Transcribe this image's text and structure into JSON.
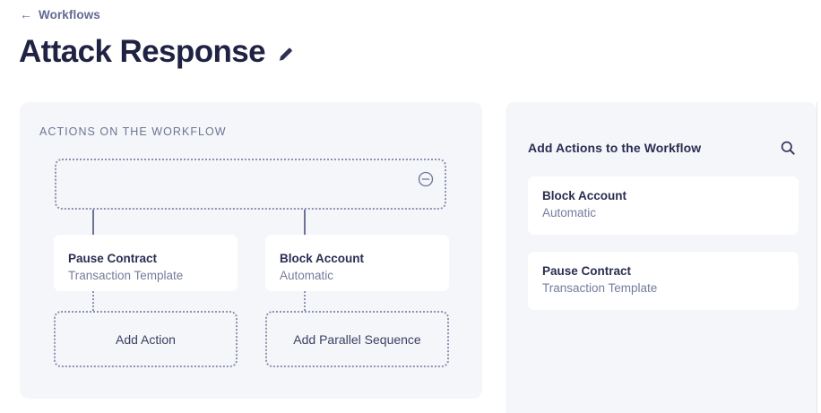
{
  "header": {
    "breadcrumb_label": "Workflows",
    "breadcrumb_icon": "arrow-left-icon",
    "breadcrumb_arrow": "←",
    "title": "Attack Response",
    "edit_icon": "pencil-icon"
  },
  "left_panel": {
    "section_label": "ACTIONS ON THE WORKFLOW",
    "trigger": {
      "remove_icon": "minus-circle-icon",
      "label": ""
    },
    "nodes": [
      {
        "title": "Pause Contract",
        "subtitle": "Transaction Template"
      },
      {
        "title": "Block Account",
        "subtitle": "Automatic"
      }
    ],
    "add_buttons": [
      {
        "label": "Add Action"
      },
      {
        "label": "Add Parallel Sequence"
      }
    ]
  },
  "right_panel": {
    "title": "Add Actions to the Workflow",
    "search_icon": "search-icon",
    "library": [
      {
        "title": "Block Account",
        "subtitle": "Automatic"
      },
      {
        "title": "Pause Contract",
        "subtitle": "Transaction Template"
      }
    ]
  },
  "colors": {
    "panel_bg": "#f5f6f9",
    "card_bg": "#ffffff",
    "title_text": "#1f2242",
    "muted_text": "#767c9d",
    "dotted_border": "#8c92b4",
    "connector": "#6e7496"
  }
}
